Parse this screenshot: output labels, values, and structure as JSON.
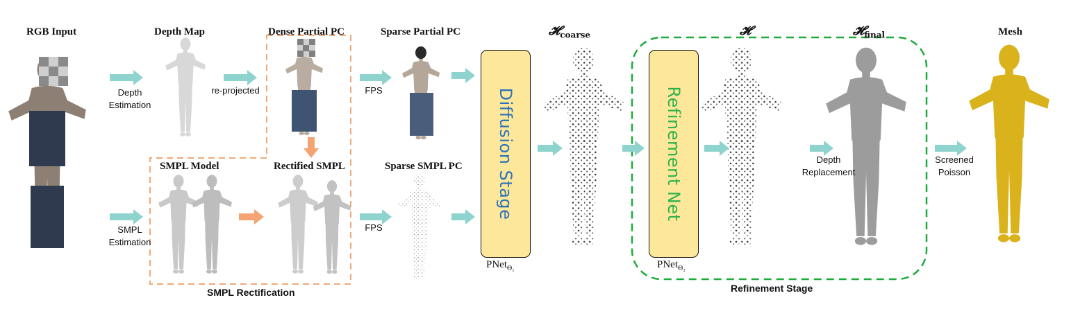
{
  "titles": {
    "rgb_input": "RGB Input",
    "depth_map": "Depth Map",
    "dense_partial_pc": "Dense Partial PC",
    "sparse_partial_pc": "Sparse Partial PC",
    "smpl_model": "SMPL Model",
    "rectified_smpl": "Rectified SMPL",
    "sparse_smpl_pc": "Sparse SMPL PC",
    "mesh": "Mesh"
  },
  "math": {
    "h_symbol": "𝓗",
    "coarse_sub": "coarse",
    "final_sub": "final"
  },
  "captions": {
    "depth_estimation_1": "Depth",
    "depth_estimation_2": "Estimation",
    "reprojected": "re-projected",
    "fps_top": "FPS",
    "smpl_estimation_1": "SMPL",
    "smpl_estimation_2": "Estimation",
    "fps_bottom": "FPS",
    "depth_replacement_1": "Depth",
    "depth_replacement_2": "Replacement",
    "screened_poisson_1": "Screened",
    "screened_poisson_2": "Poisson"
  },
  "stages": {
    "diffusion": "Diffusion Stage",
    "refinement_net": "Refinement Net",
    "pnet_base": "PNet",
    "pnet1_sub": "Θ₁",
    "pnet2_sub": "Θ₂"
  },
  "sections": {
    "smpl_rectification": "SMPL Rectification",
    "refinement_stage": "Refinement Stage"
  },
  "colors": {
    "arrow_teal": "#8fd3cf",
    "arrow_orange": "#f4a473",
    "rect_dash": "#f0a877",
    "refine_dash": "#1faa3c",
    "stage_fill": "#fde79a",
    "diffusion_text": "#2b72b8",
    "refinement_text": "#2cb34a",
    "mesh_yellow": "#d9b21c"
  }
}
